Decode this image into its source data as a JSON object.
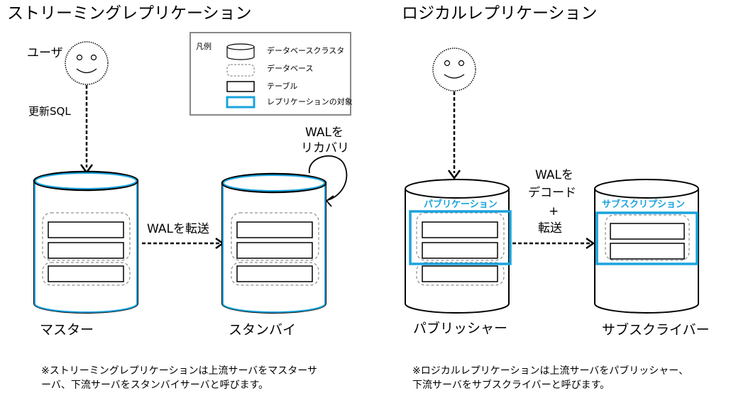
{
  "left": {
    "title": "ストリーミングレプリケーション",
    "user_label": "ユーザ",
    "sql_label": "更新SQL",
    "master_label": "マスター",
    "standby_label": "スタンバイ",
    "transfer_label": "WALを転送",
    "recover_line1": "WALを",
    "recover_line2": "リカバリ",
    "note": "※ストリーミングレプリケーションは上流サーバをマスターサーバ、下流サーバをスタンバイサーバと呼びます。"
  },
  "right": {
    "title": "ロジカルレプリケーション",
    "publisher_label": "パブリッシャー",
    "subscriber_label": "サブスクライバー",
    "publication_label": "パブリケーション",
    "subscription_label": "サブスクリプション",
    "decode_line1": "WALを",
    "decode_line2": "デコード",
    "decode_line3": "+",
    "decode_line4": "転送",
    "note": "※ロジカルレプリケーションは上流サーバをパブリッシャー、下流サーバをサブスクライバーと呼びます。"
  },
  "legend": {
    "title": "凡例",
    "cluster": "データベースクラスタ",
    "database": "データベース",
    "table": "テーブル",
    "target": "レプリケーションの対象"
  },
  "colors": {
    "accent_blue": "#1aa3dd",
    "legend_border": "#888888"
  }
}
